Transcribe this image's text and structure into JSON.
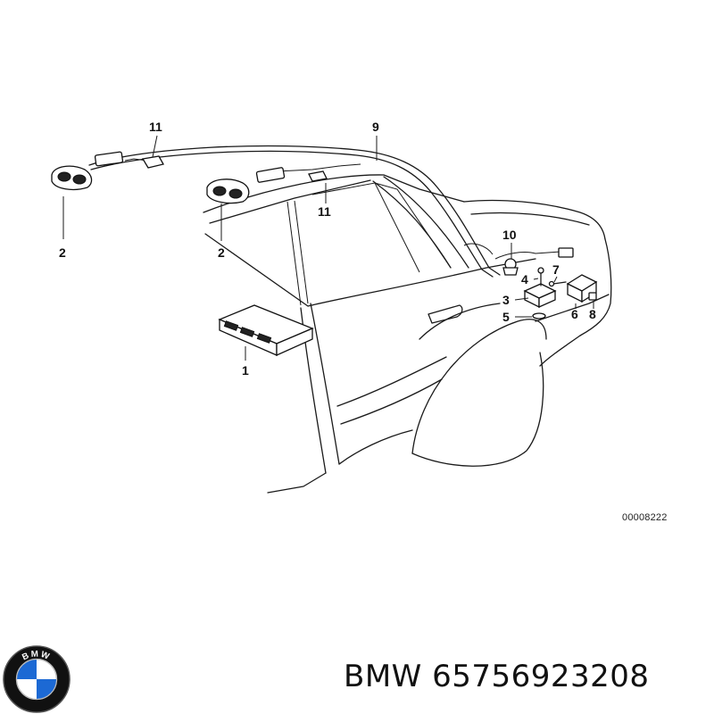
{
  "diagram": {
    "reference_number": "00008222",
    "callouts": [
      {
        "id": "c1",
        "label": "1"
      },
      {
        "id": "c2a",
        "label": "2"
      },
      {
        "id": "c2b",
        "label": "2"
      },
      {
        "id": "c3",
        "label": "3"
      },
      {
        "id": "c4",
        "label": "4"
      },
      {
        "id": "c5",
        "label": "5"
      },
      {
        "id": "c6",
        "label": "6"
      },
      {
        "id": "c7",
        "label": "7"
      },
      {
        "id": "c8",
        "label": "8"
      },
      {
        "id": "c9",
        "label": "9"
      },
      {
        "id": "c10",
        "label": "10"
      },
      {
        "id": "c11a",
        "label": "11"
      },
      {
        "id": "c11b",
        "label": "11"
      }
    ]
  },
  "footer": {
    "brand": "BMW",
    "part_number": "65756923208",
    "caption": "BMW 65756923208",
    "logo_letters": "BMW"
  },
  "colors": {
    "line": "#1a1a1a",
    "logo_blue": "#1c69d4",
    "logo_ring": "#111111"
  }
}
